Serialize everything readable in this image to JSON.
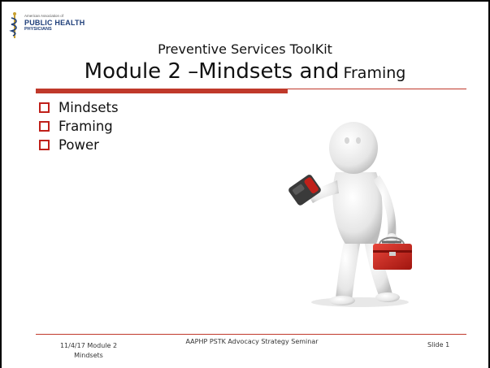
{
  "logo": {
    "line1": "American Association of",
    "line2": "PUBLIC HEALTH",
    "line3": "PHYSICIANS"
  },
  "header": {
    "subtitle": "Preventive Services ToolKit",
    "title_main": "Module 2 –Mindsets and",
    "title_small": "Framing"
  },
  "bullets": [
    {
      "label": "Mindsets"
    },
    {
      "label": "Framing"
    },
    {
      "label": "Power"
    }
  ],
  "figure": {
    "icon": "white-figure-with-toolbox-and-device"
  },
  "footer": {
    "date_line1": "11/4/17 Module 2",
    "date_line2": "Mindsets",
    "center": "AAPHP PSTK  Advocacy Strategy  Seminar",
    "slide": "Slide 1"
  },
  "colors": {
    "accent": "#c0392b",
    "brand": "#1f3f7a"
  }
}
